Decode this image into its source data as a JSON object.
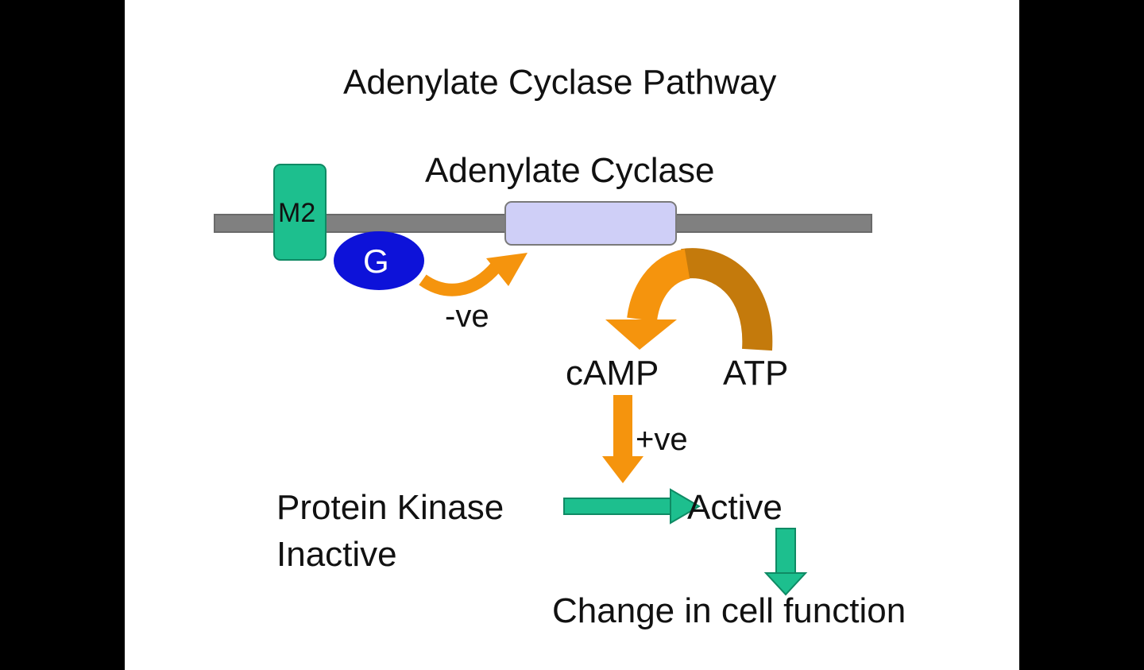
{
  "title": "Adenylate Cyclase Pathway",
  "membrane": {
    "receptor_label": "M2",
    "g_protein_label": "G",
    "enzyme_label": "Adenylate Cyclase"
  },
  "labels": {
    "inhibition": "-ve",
    "stimulation": "+ve",
    "camp": "cAMP",
    "atp": "ATP",
    "pk_line1": "Protein Kinase",
    "pk_line2": "Inactive",
    "active": "Active",
    "outcome": "Change in cell function"
  },
  "colors": {
    "background": "#000000",
    "slide": "#ffffff",
    "membrane": "#808080",
    "receptor": "#1dbf8e",
    "g_protein": "#0d12d9",
    "enzyme": "#cfcff7",
    "arrow_orange": "#f5940d",
    "arrow_orange_dark": "#c47a0c",
    "arrow_green": "#1dbf8e"
  }
}
